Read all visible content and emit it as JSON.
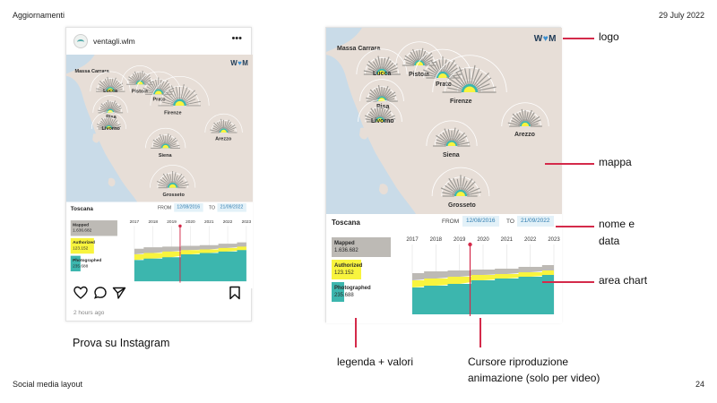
{
  "header": {
    "section": "Aggiornamenti",
    "date": "29 July 2022"
  },
  "footer": {
    "title": "Social media layout",
    "page": "24"
  },
  "instagram": {
    "username": "ventagli.wlm",
    "more": "•••",
    "time": "2 hours ago",
    "caption": "Prova su Instagram"
  },
  "post": {
    "logo_w": "W",
    "logo_m": "M",
    "region": "Toscana",
    "from_label": "FROM",
    "from_date": "12/08/2016",
    "to_label": "TO",
    "to_date": "21/09/2022",
    "cities": [
      {
        "name": "Massa Carrara"
      },
      {
        "name": "Lucca"
      },
      {
        "name": "Pistoia"
      },
      {
        "name": "Prato"
      },
      {
        "name": "Pisa"
      },
      {
        "name": "Firenze"
      },
      {
        "name": "Livorno"
      },
      {
        "name": "Arezzo"
      },
      {
        "name": "Siena"
      },
      {
        "name": "Grosseto"
      }
    ],
    "legend": [
      {
        "label": "Mapped",
        "value": "1.636.682",
        "color": "#bdbab5"
      },
      {
        "label": "Authorized",
        "value": "123.152",
        "color": "#f8f43e"
      },
      {
        "label": "Photographed",
        "value": "235.688",
        "color": "#3cb6ae"
      }
    ]
  },
  "annotations": {
    "logo": "logo",
    "map": "mappa",
    "name_date_1": "nome e",
    "name_date_2": "data",
    "area_chart": "area chart",
    "legend": "legenda + valori",
    "cursor_1": "Cursore riproduzione",
    "cursor_2": "animazione (solo per video)"
  },
  "chart_data": {
    "type": "area",
    "x": [
      "2017",
      "2018",
      "2019",
      "2020",
      "2021",
      "2022",
      "2023"
    ],
    "cursor_year": "2019",
    "series": [
      {
        "name": "Mapped",
        "color": "#bdbab5"
      },
      {
        "name": "Authorized",
        "color": "#f8f43e"
      },
      {
        "name": "Photographed",
        "color": "#3cb6ae"
      }
    ]
  }
}
